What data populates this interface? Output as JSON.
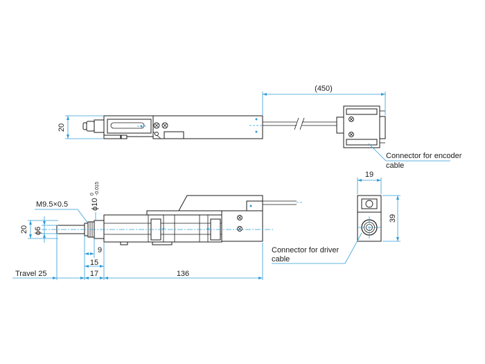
{
  "dimensions": {
    "cable_length": "(450)",
    "top_height": "20",
    "side_width": "19",
    "side_height": "39",
    "front_height": "20",
    "shaft_dia": "ϕ6",
    "thread": "M9.5×0.5",
    "dia_prefix": "ϕ10",
    "dia_tol_upper": "0",
    "dia_tol_lower": "-0.015",
    "dim_9": "9",
    "dim_15": "15",
    "dim_17": "17",
    "dim_136": "136",
    "travel": "Travel 25"
  },
  "callouts": {
    "encoder_line1": "Connector for encoder",
    "encoder_line2": "cable",
    "driver_line1": "Connector for driver",
    "driver_line2": "cable"
  },
  "colors": {
    "outline": "#1a1a1a",
    "dimension": "#2f9bd6"
  }
}
